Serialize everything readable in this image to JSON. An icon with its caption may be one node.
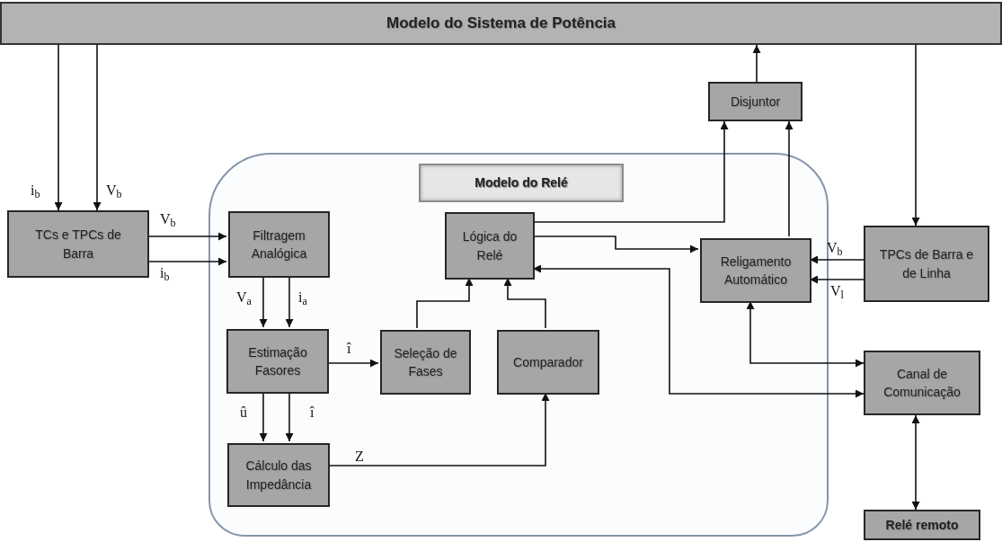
{
  "diagram": {
    "nodes": [
      {
        "text": [
          "Modelo do Sistema de Potência"
        ]
      },
      {
        "text": [
          "Disjuntor"
        ]
      },
      {
        "text": [],
        "shape": "box"
      },
      {
        "text": [
          "Modelo do Relé"
        ],
        "in": 2
      },
      {
        "text": [
          "TCs e TPCs de Barra"
        ]
      },
      {
        "text": [
          "Filtragem Analógica"
        ],
        "in": 2
      },
      {
        "text": [
          "Lógica do Relé"
        ],
        "in": 2
      },
      {
        "text": [
          "Religamento Automático"
        ],
        "in": 2
      },
      {
        "text": [
          "TPCs de Barra e de Linha"
        ]
      },
      {
        "text": [
          "Estimação Fasores"
        ],
        "in": 2
      },
      {
        "text": [
          "Seleção de Fases"
        ],
        "in": 2
      },
      {
        "text": [
          "Comparador"
        ],
        "in": 2
      },
      {
        "text": [
          "Canal de Comunicação"
        ]
      },
      {
        "text": [
          "Cálculo das Impedância"
        ],
        "in": 2
      },
      {
        "text": [
          "Relé remoto"
        ]
      }
    ],
    "edges": [
      {
        "from": 0,
        "to": 4,
        "arrow": "to",
        "label": "i$_{b}$"
      },
      {
        "from": 0,
        "to": 4,
        "arrow": "to",
        "label": "V$_{b}$"
      },
      {
        "from": 4,
        "to": 5,
        "arrow": "to",
        "label": "V$_{b}$"
      },
      {
        "from": 4,
        "to": 5,
        "arrow": "to",
        "label": "i$_{b}$"
      },
      {
        "from": 5,
        "to": 9,
        "arrow": "to",
        "label": "V$_{a}$"
      },
      {
        "from": 5,
        "to": 9,
        "arrow": "to",
        "label": "i$_{a}$"
      },
      {
        "from": 9,
        "to": 10,
        "arrow": "to",
        "label": "î"
      },
      {
        "from": 9,
        "to": 13,
        "arrow": "to",
        "label": "û"
      },
      {
        "from": 9,
        "to": 13,
        "arrow": "to",
        "label": "î"
      },
      {
        "from": 13,
        "to": 11,
        "arrow": "to",
        "label": "Z"
      },
      {
        "from": 10,
        "to": 6,
        "arrow": "to"
      },
      {
        "from": 11,
        "to": 6,
        "arrow": "to"
      },
      {
        "from": 6,
        "to": 1,
        "arrow": "to"
      },
      {
        "from": 6,
        "to": 7,
        "arrow": "to"
      },
      {
        "from": 7,
        "to": 1,
        "arrow": "to"
      },
      {
        "from": 1,
        "to": 0,
        "arrow": "to"
      },
      {
        "from": 0,
        "to": 8,
        "arrow": "to"
      },
      {
        "from": 8,
        "to": 7,
        "arrow": "to",
        "label": "V$_{b}$"
      },
      {
        "from": 8,
        "to": 7,
        "arrow": "to",
        "label": "V$_{l}$"
      },
      {
        "from": 7,
        "to": 12,
        "arrow": "both"
      },
      {
        "from": 12,
        "to": 6,
        "arrow": "both"
      },
      {
        "from": 12,
        "to": 14,
        "arrow": "both"
      }
    ]
  }
}
